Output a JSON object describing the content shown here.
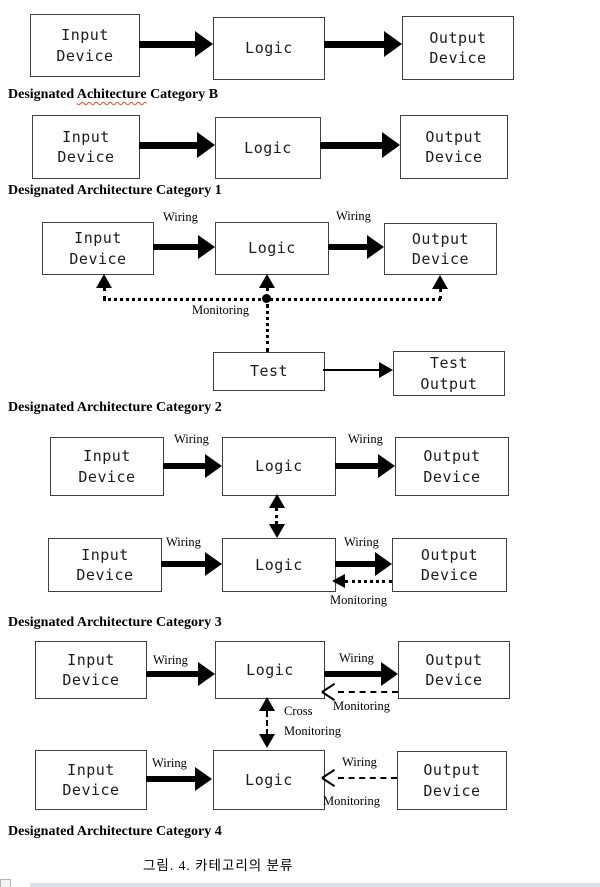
{
  "figure": {
    "caption": "그림. 4. 카테고리의 분류"
  },
  "section_labels": {
    "category_b_prefix": "Designated ",
    "category_b_misspelled": "Achitecture",
    "category_b_suffix": " Category B",
    "category_1": "Designated Architecture Category 1",
    "category_2": "Designated Architecture Category 2",
    "category_3": "Designated Architecture Category 3",
    "category_4": "Designated Architecture Category 4"
  },
  "box_labels": {
    "input_device": "Input\nDevice",
    "logic": "Logic",
    "output_device": "Output\nDevice",
    "test": "Test",
    "test_output": "Test\nOutput"
  },
  "edge_labels": {
    "wiring": "Wiring",
    "monitoring": "Monitoring",
    "cross_line1": "Cross",
    "cross_line2": "Monitoring"
  },
  "colors": {
    "box_border": "#3f3f3f",
    "arrow": "#000000",
    "spellcheck_underline": "#d4502a",
    "scrollbar_sliver": "#d9e0ec"
  }
}
